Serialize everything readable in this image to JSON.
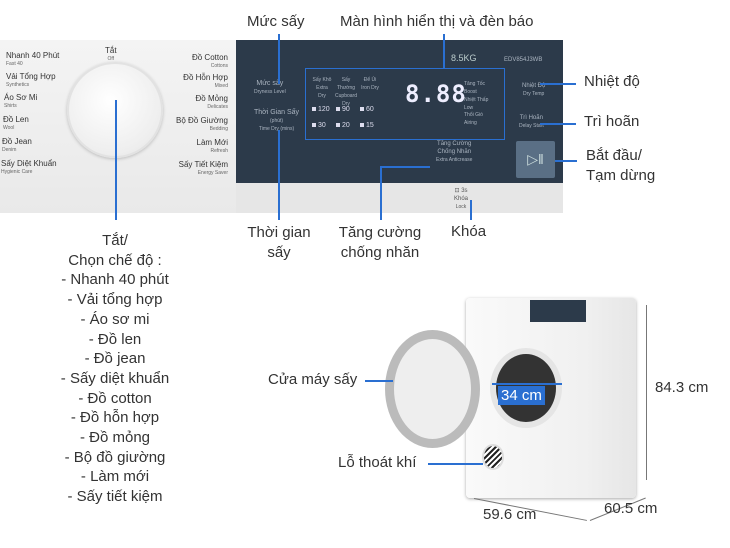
{
  "dial_panel": {
    "off": {
      "vi": "Tắt",
      "en": "Off"
    },
    "left": [
      {
        "vi": "Nhanh 40 Phút",
        "en": "Fast 40"
      },
      {
        "vi": "Vải Tổng Hợp",
        "en": "Synthetics"
      },
      {
        "vi": "Áo Sơ Mi",
        "en": "Shirts"
      },
      {
        "vi": "Đồ Len",
        "en": "Wool"
      },
      {
        "vi": "Đồ Jean",
        "en": "Denim"
      },
      {
        "vi": "Sấy Diệt Khuẩn",
        "en": "Hygienic Care"
      }
    ],
    "right": [
      {
        "vi": "Đồ Cotton",
        "en": "Cottons"
      },
      {
        "vi": "Đồ Hỗn Hợp",
        "en": "Mixed"
      },
      {
        "vi": "Đồ Mỏng",
        "en": "Delicates"
      },
      {
        "vi": "Bộ Đồ Giường",
        "en": "Bedding"
      },
      {
        "vi": "Làm Mới",
        "en": "Refresh"
      },
      {
        "vi": "Sấy Tiết Kiệm",
        "en": "Energy Saver"
      }
    ]
  },
  "control_panel": {
    "capacity": "8.5KG",
    "model": "EDV854J3WB",
    "dryness": {
      "vi": "Mức sấy",
      "en": "Dryness Level"
    },
    "dryness_levels": [
      {
        "vi": "Sấy Khô",
        "en": "Extra Dry"
      },
      {
        "vi": "Sấy Thường",
        "en": "Cupboard Dry"
      },
      {
        "vi": "Để Ủi",
        "en": "Iron Dry"
      }
    ],
    "time": {
      "vi": "Thời Gian Sấy",
      "unit": "(phút)",
      "en": "Time Dry (mins)"
    },
    "times": [
      "120",
      "90",
      "60",
      "30",
      "20",
      "15"
    ],
    "display": "8.88",
    "options": [
      {
        "vi": "Tăng Tốc",
        "en": "Boost"
      },
      {
        "vi": "Nhiệt Thấp",
        "en": "Low"
      },
      {
        "vi": "Thổi Gió",
        "en": "Airing"
      }
    ],
    "temp": {
      "vi": "Nhiệt Độ",
      "en": "Dry Temp"
    },
    "delay": {
      "vi": "Trì Hoãn",
      "en": "Delay Start"
    },
    "anticrease": {
      "vi1": "Tăng Cường",
      "vi2": "Chống Nhăn",
      "en": "Extra Anticrease"
    },
    "lock": {
      "hold": "3s",
      "vi": "Khóa",
      "en": "Lock"
    }
  },
  "callouts": {
    "dryness": "Mức sấy",
    "display": "Màn hình hiển thị và đèn báo",
    "temp": "Nhiệt độ",
    "delay": "Trì hoãn",
    "start": [
      "Bắt đầu/",
      "Tạm dừng"
    ],
    "time": [
      "Thời gian",
      "sấy"
    ],
    "anticrease": [
      "Tăng cường",
      "chống nhăn"
    ],
    "lock": "Khóa",
    "program_title": [
      "Tắt/",
      "Chọn chế độ :"
    ],
    "programs": [
      "- Nhanh 40 phút",
      "- Vải tổng hợp",
      "- Áo sơ mi",
      "- Đồ len",
      "- Đồ jean",
      "- Sấy diệt khuẩn",
      "- Đồ cotton",
      "- Đồ hỗn hợp",
      "- Đồ mỏng",
      "- Bộ đồ giường",
      "- Làm mới",
      "- Sấy tiết kiệm"
    ],
    "door": "Cửa máy sấy",
    "vent": "Lỗ thoát khí"
  },
  "dimensions": {
    "drum": "34 cm",
    "height": "84.3 cm",
    "width": "59.6 cm",
    "depth": "60.5 cm"
  },
  "colors": {
    "accent": "#2a6fd1",
    "panel": "#2c3a4a"
  }
}
